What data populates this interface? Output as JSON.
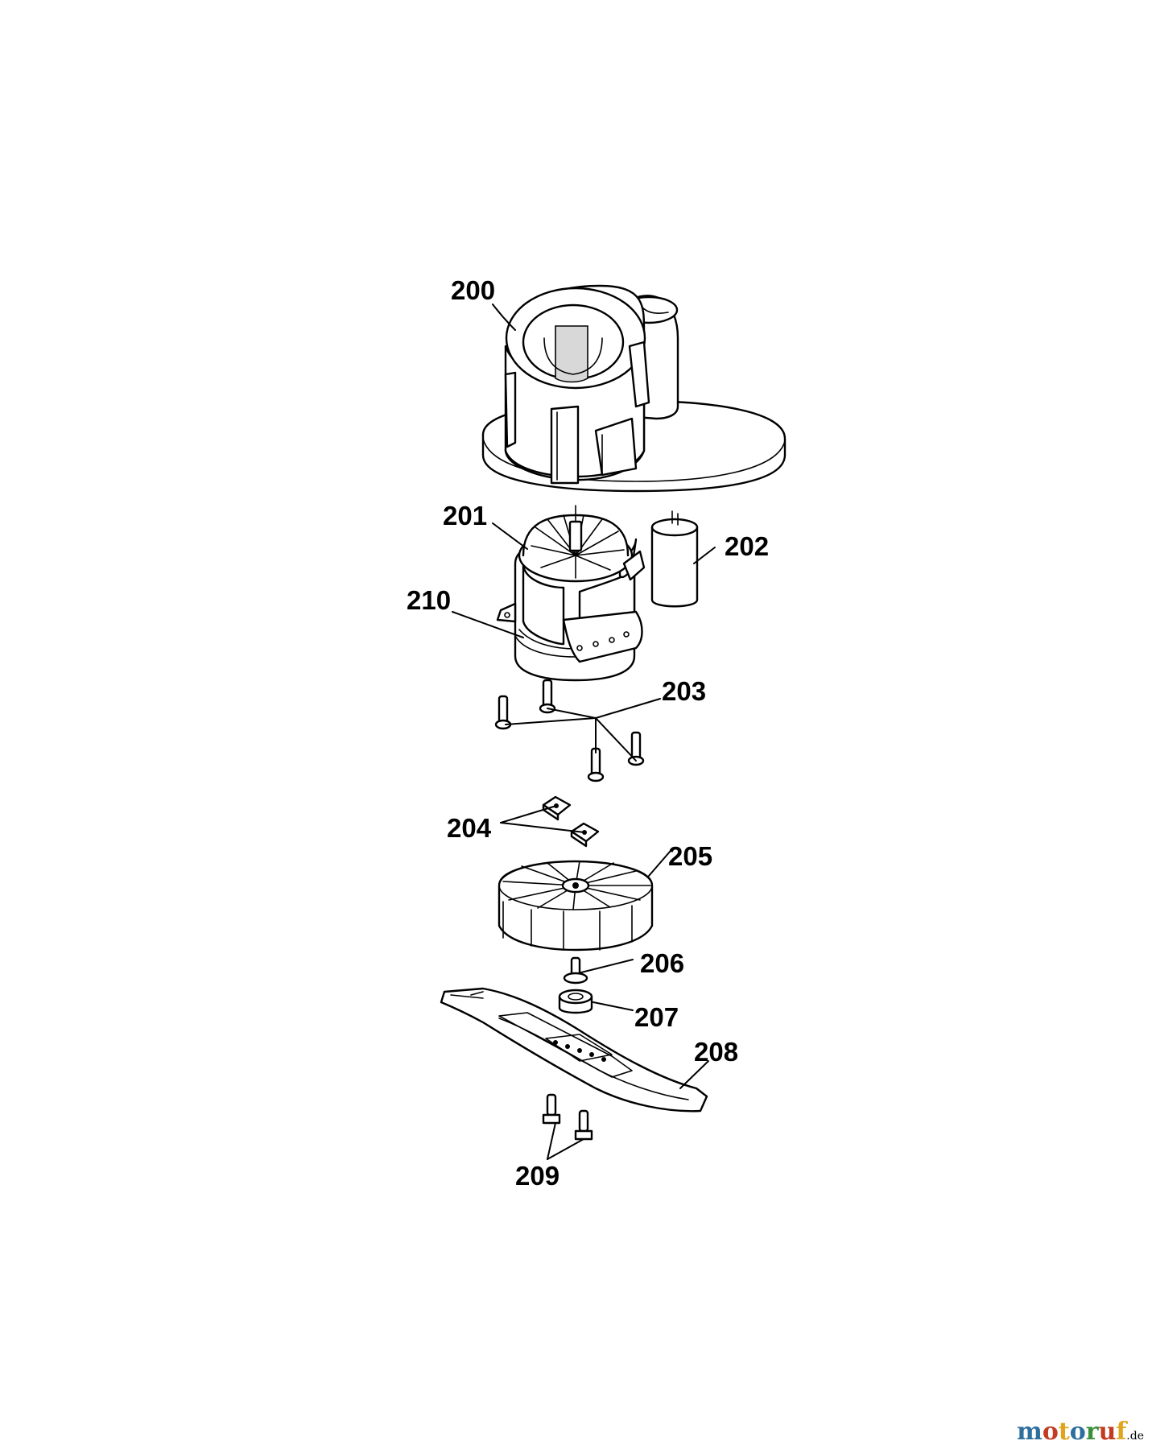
{
  "callouts": {
    "c200": "200",
    "c201": "201",
    "c202": "202",
    "c203": "203",
    "c204": "204",
    "c205": "205",
    "c206": "206",
    "c207": "207",
    "c208": "208",
    "c209": "209",
    "c210": "210"
  },
  "watermark": {
    "letters": [
      "m",
      "o",
      "t",
      "o",
      "r",
      "u",
      "f"
    ],
    "letter_colors": [
      "#2e6f9e",
      "#c23b22",
      "#e0a31b",
      "#2e6f9e",
      "#3a8f3a",
      "#c23b22",
      "#e0a31b"
    ],
    "suffix": ".de"
  }
}
